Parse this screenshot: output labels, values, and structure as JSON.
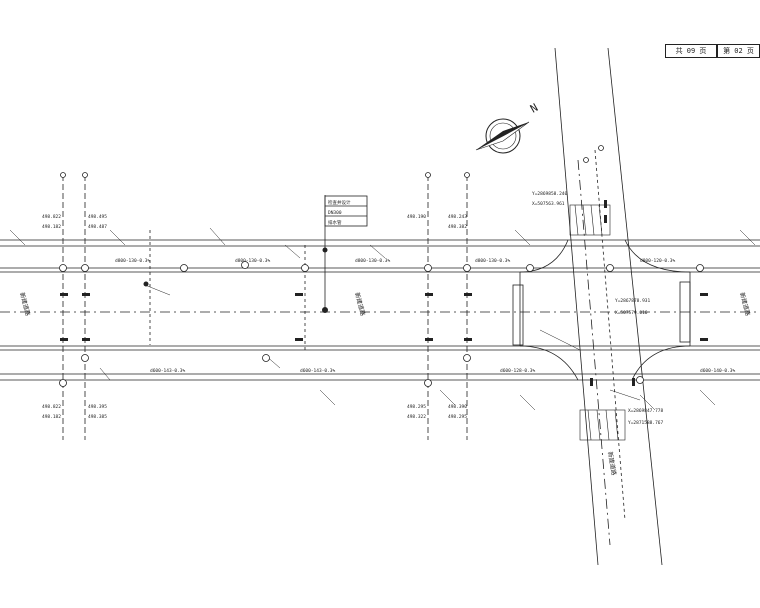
{
  "title_block": {
    "sheet_count": "共 09 页",
    "sheet_number": "第 02 页"
  },
  "compass": {
    "north_label": "N"
  },
  "road_labels": {
    "main_road_left": "新建道路",
    "main_road_mid": "新建道路",
    "main_road_right": "新建道路",
    "cross_road": "新建道路"
  },
  "callouts": {
    "top_mid_box": [
      "检查井设计",
      "DN300",
      "排水管"
    ],
    "intersection_top_1": "Y=2869858.240",
    "intersection_top_2": "X=507563.961",
    "intersection_mid_1": "Y=2867878.931",
    "intersection_mid_2": "X=507579.016",
    "intersection_bottom_1": "X=2869847.778",
    "intersection_bottom_2": "Y=2871588.767"
  },
  "pipe_labels": {
    "upper_1": "d800-130-0.3%",
    "upper_2": "d800-130-0.3%",
    "upper_3": "d800-130-0.3%",
    "upper_4": "d800-130-0.3%",
    "upper_5": "d800-120-0.3%",
    "lower_1": "d600-143-0.3%",
    "lower_2": "d600-143-0.3%",
    "lower_3": "d600-128-0.3%",
    "lower_4": "d600-140-0.3%"
  },
  "elevations": {
    "top_left_a": "498.822",
    "top_left_b": "498.182",
    "top_left_c": "498.495",
    "top_left_d": "498.487",
    "top_mid_a": "498.190",
    "top_mid_b": "498.243",
    "top_mid_c": "498.382",
    "bottom_left_a": "498.822",
    "bottom_left_b": "498.182",
    "bottom_left_c": "498.395",
    "bottom_left_d": "498.385",
    "bottom_mid_a": "498.295",
    "bottom_mid_b": "498.322",
    "bottom_mid_c": "498.390",
    "bottom_mid_d": "498.295"
  },
  "colors": {
    "line": "#222222",
    "background": "#ffffff"
  }
}
